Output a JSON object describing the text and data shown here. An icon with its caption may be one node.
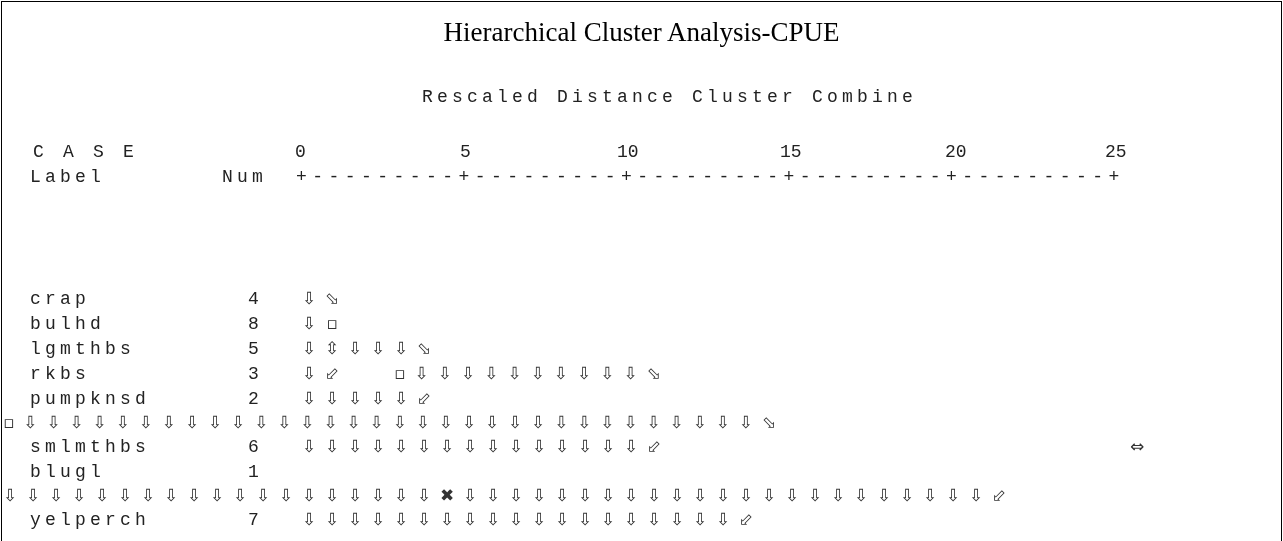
{
  "diagram": {
    "title": "Hierarchical Cluster Analysis-CPUE",
    "labels": [
      "Rescaled Distance Cluster Combine",
      "C A S E",
      "0",
      "5",
      "10",
      "15",
      "20",
      "25",
      "Label",
      "Num",
      "+---------+---------+---------+---------+---------+",
      "crap",
      "4",
      "⇩⬂",
      "bulhd",
      "8",
      "⇩▫",
      "lgmthbs",
      "5",
      "⇩⇳⇩⇩⇩⬂",
      "rkbs",
      "3",
      "⇩⬃",
      "▫⇩⇩⇩⇩⇩⇩⇩⇩⇩⇩⬂",
      "pumpknsd",
      "2",
      "⇩⇩⇩⇩⇩⬃",
      "▫⇩⇩⇩⇩⇩⇩⇩⇩⇩⇩⇩⇩⇩⇩⇩⇩⇩⇩⇩⇩⇩⇩⇩⇩⇩⇩⇩⇩⇩⇩⇩⇩⬂",
      "smlmthbs",
      "6",
      "⇩⇩⇩⇩⇩⇩⇩⇩⇩⇩⇩⇩⇩⇩⇩⬃",
      "⇔",
      "blugl",
      "1",
      "⇩⇩⇩⇩⇩⇩⇩⇩⇩⇩⇩⇩⇩⇩⇩⇩⇩⇩⇩✖⇩⇩⇩⇩⇩⇩⇩⇩⇩⇩⇩⇩⇩⇩⇩⇩⇩⇩⇩⇩⇩⇩⇩⬃",
      "yelperch",
      "7",
      "⇩⇩⇩⇩⇩⇩⇩⇩⇩⇩⇩⇩⇩⇩⇩⇩⇩⇩⇩⬃"
    ]
  }
}
